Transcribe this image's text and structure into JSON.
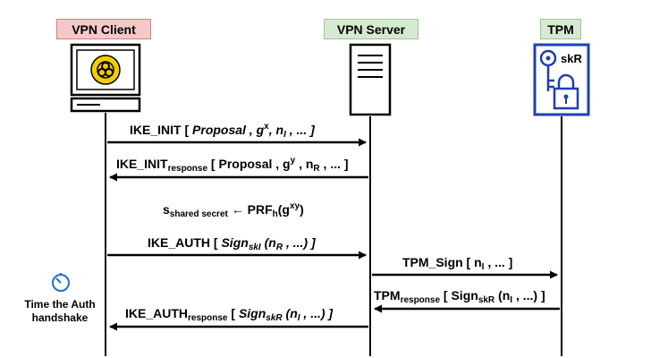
{
  "actors": {
    "client": "VPN Client",
    "server": "VPN Server",
    "tpm": "TPM",
    "tpm_key_label": "skR"
  },
  "messages": {
    "m1": {
      "name": "IKE_INIT",
      "open": " [ ",
      "a": "Proposal",
      "b": " , g",
      "b_sup": "x",
      "c": ", n",
      "c_sub": "I",
      "d": " , ... ]"
    },
    "m2": {
      "name": "IKE_INIT",
      "name_sub": "response",
      "open": " [ Proposal , g",
      "y": "y",
      "c": " , n",
      "c_sub": "R",
      "d": " , ... ]"
    },
    "derive": {
      "s": "s",
      "s_sub": "shared secret",
      "arrow": " ← PRF",
      "h_sub": "h",
      "g": "(g",
      "g_sup": "xy",
      "close": ")"
    },
    "m3": {
      "name": "IKE_AUTH",
      "open": " [ ",
      "sign": "Sign",
      "sign_sub": "skI",
      "args": " (n",
      "args_sub": "R",
      "close": " , ...) ]"
    },
    "m4": {
      "name": "TPM_Sign",
      "open": " [ n",
      "sub": "I",
      "close": " , ... ]"
    },
    "m5": {
      "name": "TPM",
      "name_sub": "response",
      "open": " [ Sign",
      "sign_sub": "skR",
      "args": " (n",
      "args_sub": "I",
      "close": " , ...) ]"
    },
    "m6": {
      "name": "IKE_AUTH",
      "name_sub": "response",
      "open": " [ ",
      "sign": "Sign",
      "sign_sub": "skR",
      "args": " (n",
      "args_sub": "I",
      "close": " , ...) ]"
    }
  },
  "timer": {
    "line1": "Time the Auth",
    "line2": "handshake"
  },
  "colors": {
    "client_fill": "#f6c9c9",
    "server_fill": "#d6ead1",
    "tpm_blue": "#1f3fb0",
    "hazard_yellow": "#f2cc00",
    "timer_blue": "#1f6fd0"
  }
}
